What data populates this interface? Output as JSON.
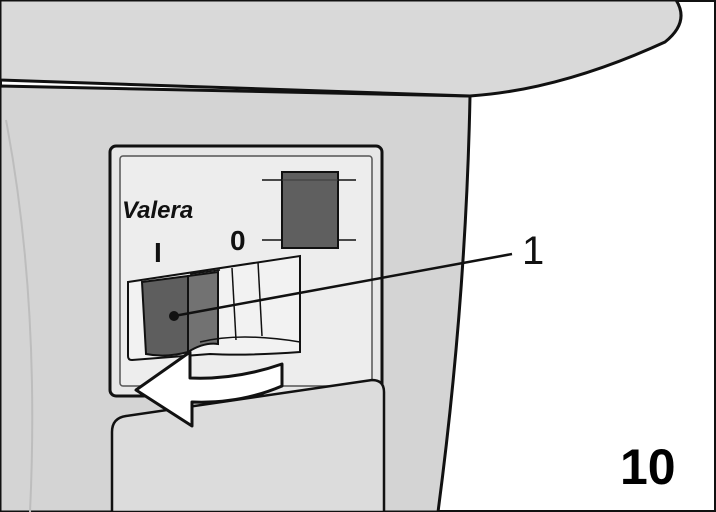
{
  "brand": "Valera",
  "switch_positions": {
    "on": "I",
    "off": "0"
  },
  "callout": "1",
  "figure_number": "10",
  "colors": {
    "housing": "#d4d4d4",
    "panel": "#ebebeb",
    "rocker": "#5e5e5e",
    "indicator": "#5f5f5f",
    "outline": "#111111"
  }
}
